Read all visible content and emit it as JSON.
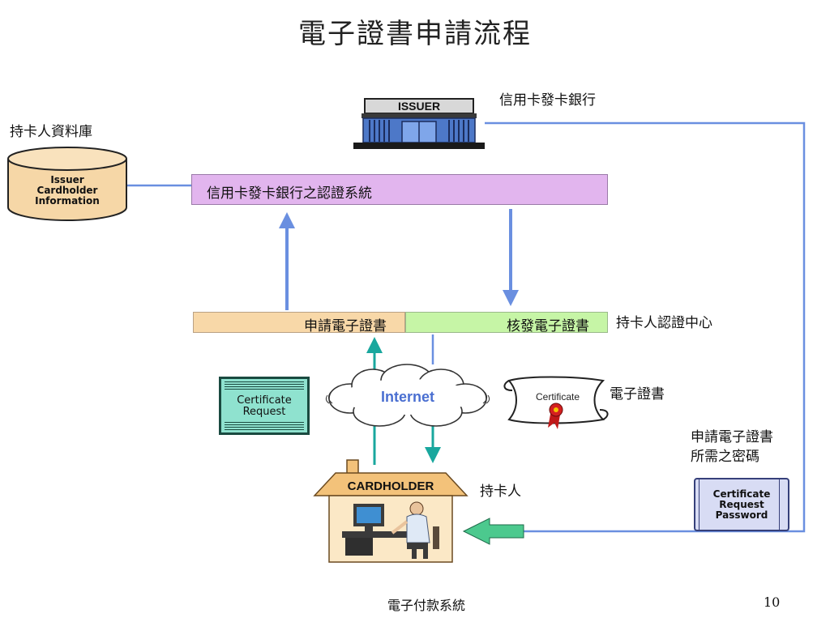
{
  "title": "電子證書申請流程",
  "issuer": {
    "sign": "ISSUER",
    "label": "信用卡發卡銀行"
  },
  "database": {
    "label": "持卡人資料庫",
    "lines": [
      "Issuer",
      "Cardholder",
      "Information"
    ]
  },
  "auth_system": {
    "label": "信用卡發卡銀行之認證系統"
  },
  "ca_center": {
    "apply": "申請電子證書",
    "issue": "核發電子證書",
    "label": "持卡人認證中心"
  },
  "request_card": {
    "lines": [
      "Certificate",
      "Request"
    ]
  },
  "internet": {
    "label": "Internet"
  },
  "certificate": {
    "scroll_text": "Certificate",
    "label": "電子證書"
  },
  "cardholder": {
    "sign": "CARDHOLDER",
    "label": "持卡人"
  },
  "password": {
    "label_lines": [
      "申請電子證書",
      "所需之密碼"
    ],
    "lines": [
      "Certificate",
      "Request",
      "Password"
    ]
  },
  "footer": {
    "course": "電子付款系統",
    "page": "10"
  }
}
